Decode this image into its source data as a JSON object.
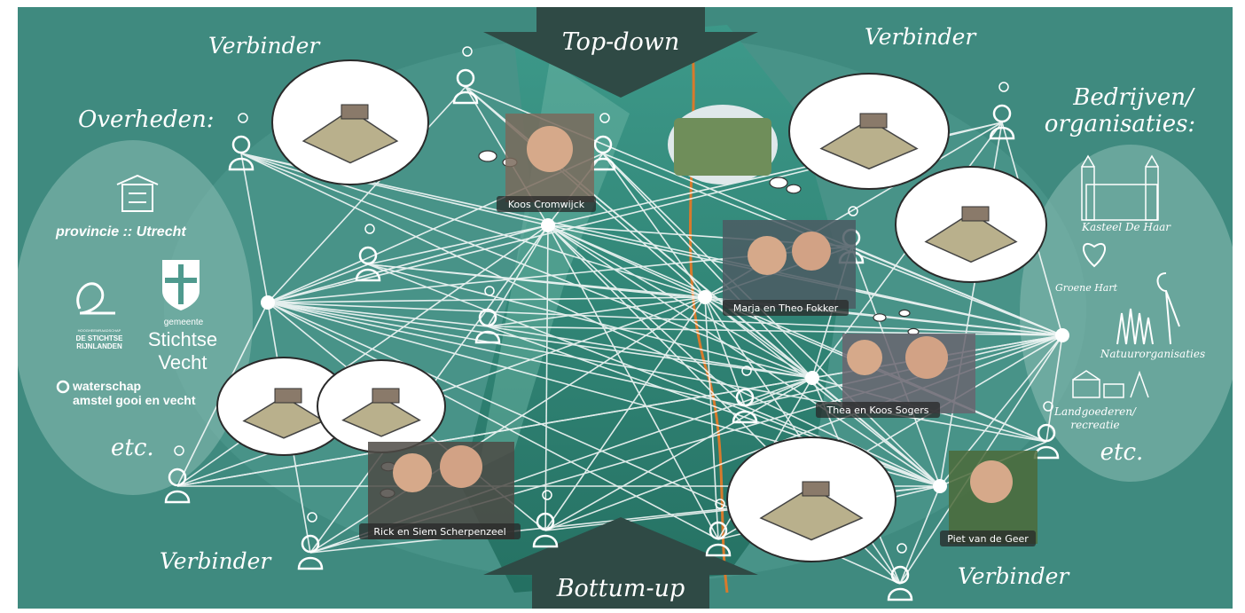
{
  "arrows": {
    "top": "Top-down",
    "bottom": "Bottum-up"
  },
  "connectors": {
    "tl": "Verbinder",
    "tr": "Verbinder",
    "bl": "Verbinder",
    "br": "Verbinder"
  },
  "left_panel": {
    "heading": "Overheden:",
    "logos": {
      "provincie": "provincie :: Utrecht",
      "rijnlanden_line1": "HOOGHEEMRAADSCHAP",
      "rijnlanden_line2": "DE STICHTSE",
      "rijnlanden_line3": "RIJNLANDEN",
      "gemeente_small": "gemeente",
      "gemeente_line1": "Stichtse",
      "gemeente_line2": "Vecht",
      "waterschap_line1": "waterschap",
      "waterschap_line2": "amstel gooi en vecht"
    },
    "etc": "etc."
  },
  "right_panel": {
    "heading_line1": "Bedrijven/",
    "heading_line2": "organisaties:",
    "items": [
      "Kasteel De Haar",
      "Groene Hart",
      "Natuurorganisaties",
      "Landgoederen/",
      "recreatie"
    ],
    "etc": "etc."
  },
  "people": {
    "koos": "Koos Cromwijck",
    "marja": "Marja en Theo Fokker",
    "thea": "Thea en Koos Sogers",
    "rick": "Rick en Siem Scherpenzeel",
    "piet": "Piet van de Geer"
  },
  "colors": {
    "background": "#3f8a7f",
    "panel": "#8dbdb4",
    "arrow": "#2f4a45",
    "map": "#2e7a6c",
    "line": "#ffffff"
  }
}
